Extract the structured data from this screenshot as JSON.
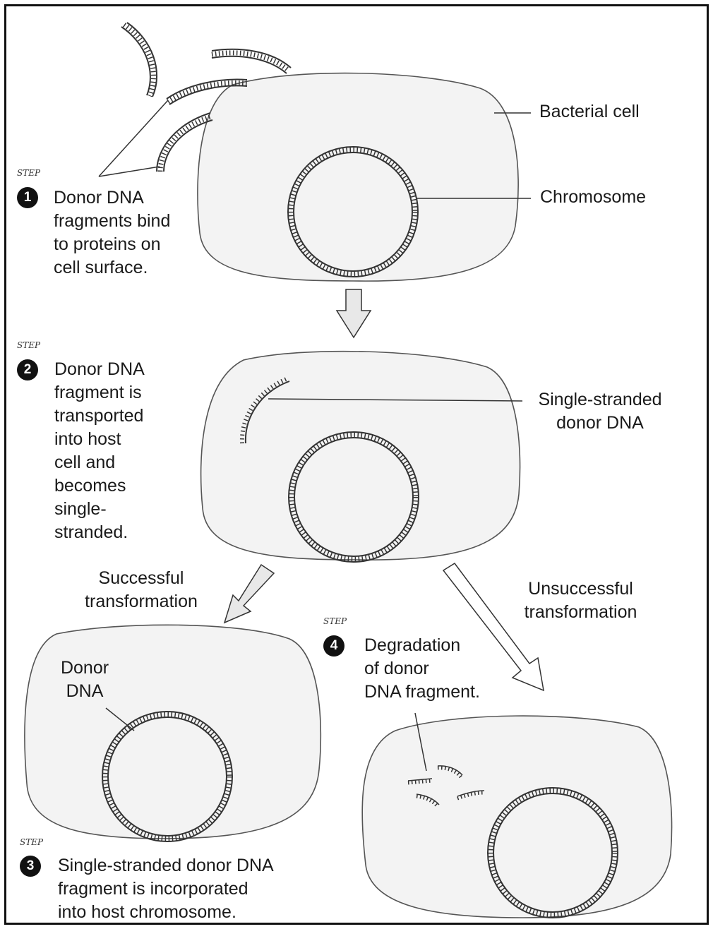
{
  "labels": {
    "bacterial_cell": "Bacterial cell",
    "chromosome": "Chromosome",
    "single_stranded_1": "Single-stranded",
    "single_stranded_2": "donor DNA",
    "successful_1": "Successful",
    "successful_2": "transformation",
    "unsuccessful_1": "Unsuccessful",
    "unsuccessful_2": "transformation",
    "donor_1": "Donor",
    "donor_2": "DNA"
  },
  "steps": [
    {
      "badge": "1",
      "word": "STEP",
      "lines": [
        "Donor DNA",
        "fragments bind",
        "to proteins on",
        "cell surface."
      ]
    },
    {
      "badge": "2",
      "word": "STEP",
      "lines": [
        "Donor DNA",
        "fragment is",
        "transported",
        "into host",
        "cell and",
        "becomes",
        "single-",
        "stranded."
      ]
    },
    {
      "badge": "3",
      "word": "STEP",
      "lines": [
        "Single-stranded donor DNA",
        "fragment is incorporated",
        "into host chromosome."
      ]
    },
    {
      "badge": "4",
      "word": "STEP",
      "lines": [
        "Degradation",
        "of donor",
        "DNA fragment."
      ]
    }
  ],
  "colors": {
    "cell_fill": "#f3f3f3",
    "outline": "#555555",
    "arrow_fill": "#e8e8e8"
  }
}
